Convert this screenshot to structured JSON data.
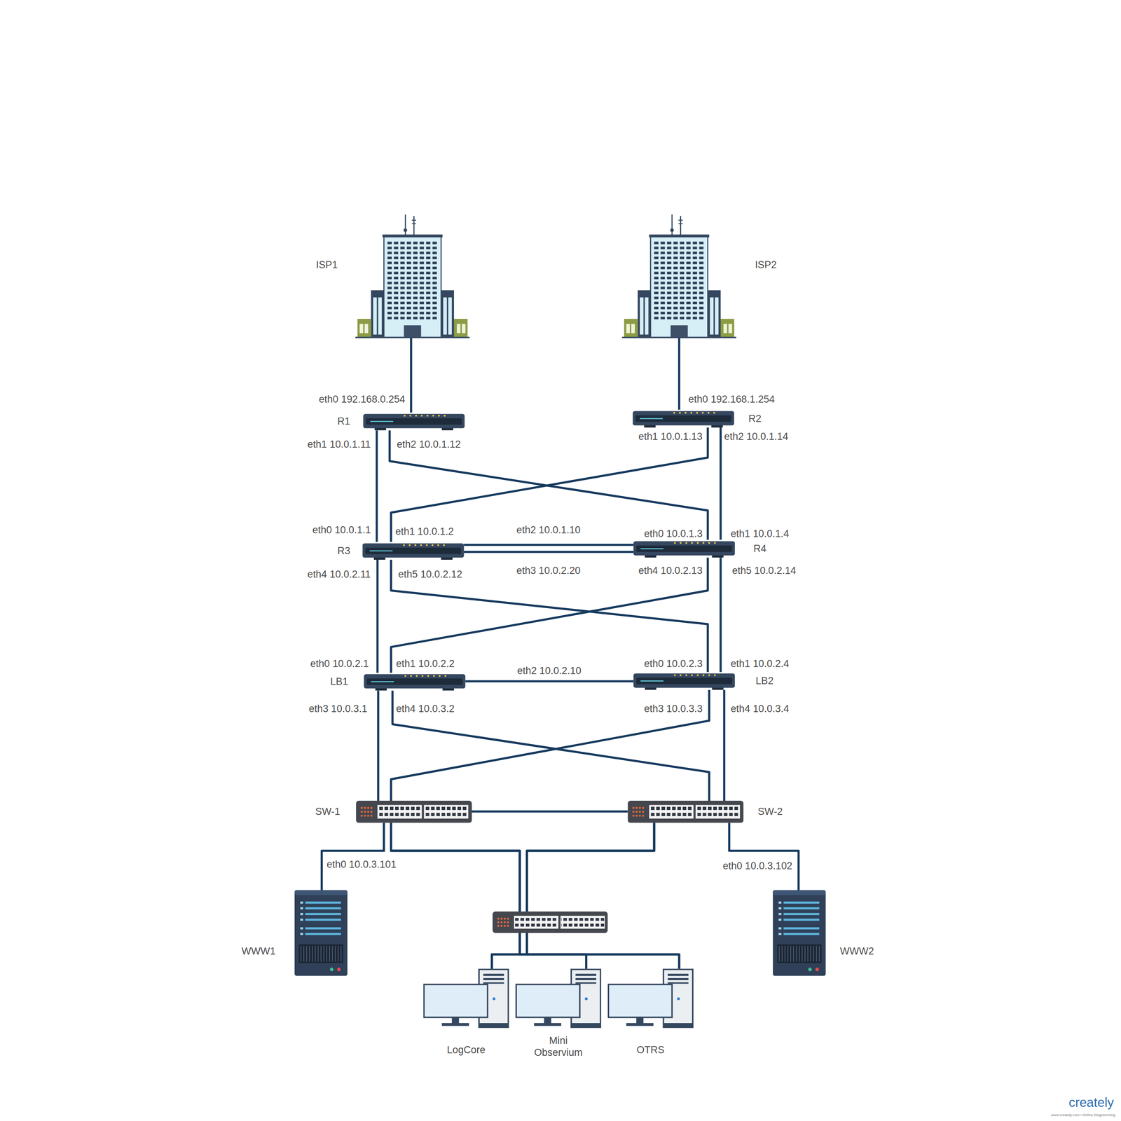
{
  "diagram": {
    "nodes": [
      {
        "text": [
          "ISP1"
        ]
      },
      {
        "text": [
          "ISP2"
        ]
      },
      {
        "text": [
          "R1"
        ]
      },
      {
        "text": [
          "R2"
        ]
      },
      {
        "text": [
          "R3"
        ]
      },
      {
        "text": [
          "R4"
        ]
      },
      {
        "text": [
          "LB1"
        ]
      },
      {
        "text": [
          "LB2"
        ]
      },
      {
        "text": [
          "SW-1"
        ]
      },
      {
        "text": [
          "SW-2"
        ]
      },
      {
        "text": [
          "WWW1"
        ]
      },
      {
        "text": [
          "WWW2"
        ]
      },
      {
        "text": [
          "LogCore"
        ]
      },
      {
        "text": [
          "Mini Observium"
        ]
      },
      {
        "text": [
          "OTRS"
        ]
      }
    ],
    "edges": [
      {
        "from": 0,
        "to": 2,
        "arrow": "none"
      },
      {
        "from": 1,
        "to": 3,
        "arrow": "none"
      },
      {
        "from": 2,
        "to": 4,
        "arrow": "none"
      },
      {
        "from": 2,
        "to": 5,
        "arrow": "none"
      },
      {
        "from": 3,
        "to": 4,
        "arrow": "none"
      },
      {
        "from": 3,
        "to": 5,
        "arrow": "none"
      },
      {
        "from": 4,
        "to": 5,
        "label": "eth2 10.0.1.10",
        "arrow": "none"
      },
      {
        "from": 4,
        "to": 5,
        "label": "eth3 10.0.2.20",
        "arrow": "none"
      },
      {
        "from": 4,
        "to": 6,
        "arrow": "none"
      },
      {
        "from": 4,
        "to": 7,
        "arrow": "none"
      },
      {
        "from": 5,
        "to": 6,
        "arrow": "none"
      },
      {
        "from": 5,
        "to": 7,
        "arrow": "none"
      },
      {
        "from": 6,
        "to": 7,
        "label": "eth2 10.0.2.10",
        "arrow": "none"
      },
      {
        "from": 6,
        "to": 8,
        "arrow": "none"
      },
      {
        "from": 6,
        "to": 9,
        "arrow": "none"
      },
      {
        "from": 7,
        "to": 8,
        "arrow": "none"
      },
      {
        "from": 7,
        "to": 9,
        "arrow": "none"
      },
      {
        "from": 8,
        "to": 9,
        "arrow": "none"
      },
      {
        "from": 8,
        "to": 10,
        "arrow": "none"
      },
      {
        "from": 9,
        "to": 11,
        "arrow": "none"
      },
      {
        "from": 8,
        "to": 12,
        "arrow": "none"
      },
      {
        "from": 8,
        "to": 13,
        "arrow": "none"
      },
      {
        "from": 8,
        "to": 14,
        "arrow": "none"
      },
      {
        "from": 9,
        "to": 12,
        "arrow": "none"
      },
      {
        "from": 9,
        "to": 13,
        "arrow": "none"
      },
      {
        "from": 9,
        "to": 14,
        "arrow": "none"
      }
    ],
    "labels": [
      "eth0 192.168.0.254",
      "eth0 192.168.1.254",
      "eth1 10.0.1.11",
      "eth2 10.0.1.12",
      "eth1 10.0.1.13",
      "eth2 10.0.1.14",
      "eth0 10.0.1.1",
      "eth1 10.0.1.2",
      "eth0 10.0.1.3",
      "eth1 10.0.1.4",
      "eth4 10.0.2.11",
      "eth5 10.0.2.12",
      "eth4 10.0.2.13",
      "eth5 10.0.2.14",
      "eth0 10.0.2.1",
      "eth1 10.0.2.2",
      "eth0 10.0.2.3",
      "eth1 10.0.2.4",
      "eth3 10.0.3.1",
      "eth4 10.0.3.2",
      "eth3 10.0.3.3",
      "eth4 10.0.3.4",
      "eth0 10.0.3.101",
      "eth0 10.0.3.102",
      "creately",
      "www.creately.com • Online Diagramming"
    ]
  }
}
